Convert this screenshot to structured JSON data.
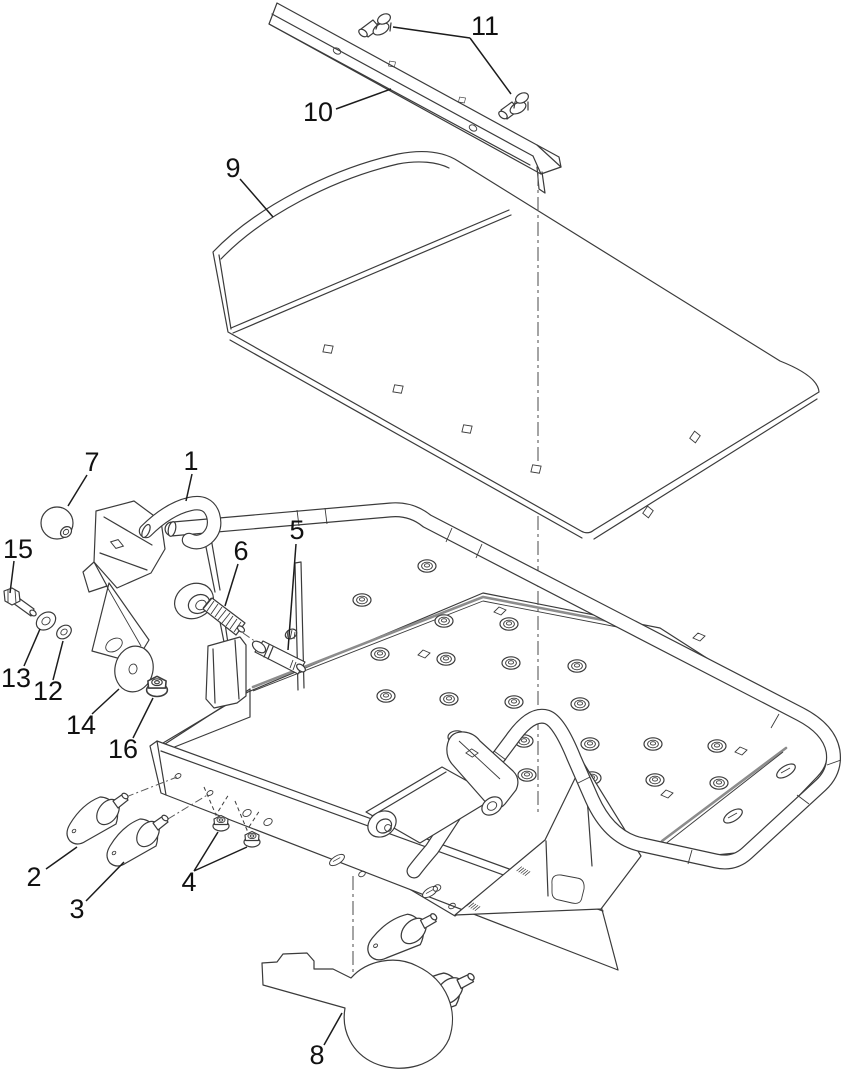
{
  "figure": {
    "type": "exploded-parts-diagram",
    "colors": {
      "background": "#ffffff",
      "line": "#3b3b3b",
      "label": "#111111",
      "thick_edge": "#8c8c8c"
    },
    "callouts": [
      {
        "label": "1"
      },
      {
        "label": "2"
      },
      {
        "label": "3"
      },
      {
        "label": "4"
      },
      {
        "label": "5"
      },
      {
        "label": "6"
      },
      {
        "label": "7"
      },
      {
        "label": "8"
      },
      {
        "label": "9"
      },
      {
        "label": "10"
      },
      {
        "label": "11"
      },
      {
        "label": "12"
      },
      {
        "label": "13"
      },
      {
        "label": "14"
      },
      {
        "label": "15"
      },
      {
        "label": "16"
      }
    ]
  }
}
